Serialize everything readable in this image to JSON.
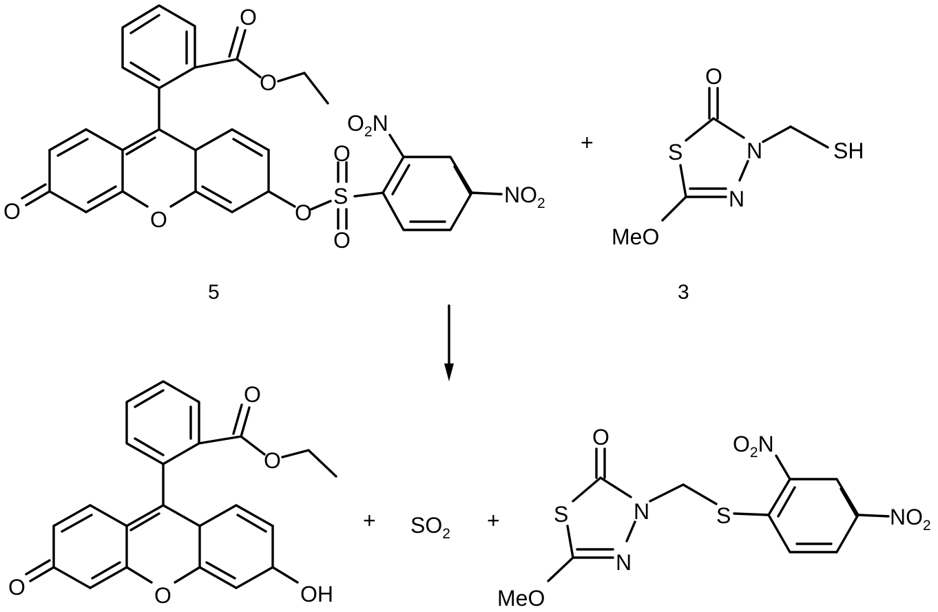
{
  "scheme": {
    "reactant_fluorescein_label": "5",
    "reactant_thiol_label": "3",
    "plus_top": "+",
    "plus_bottom_1": "+",
    "plus_bottom_2": "+",
    "byproduct": {
      "main": "SO",
      "sub": "2"
    }
  },
  "atoms": {
    "O": "O",
    "S": "S",
    "N": "N",
    "OH": "OH",
    "SH": "SH",
    "MeO": "MeO",
    "NO2_main": "NO",
    "NO2_sub": "2",
    "O2N_pre": "O",
    "O2N_sub": "2",
    "O2N_post": "N"
  }
}
